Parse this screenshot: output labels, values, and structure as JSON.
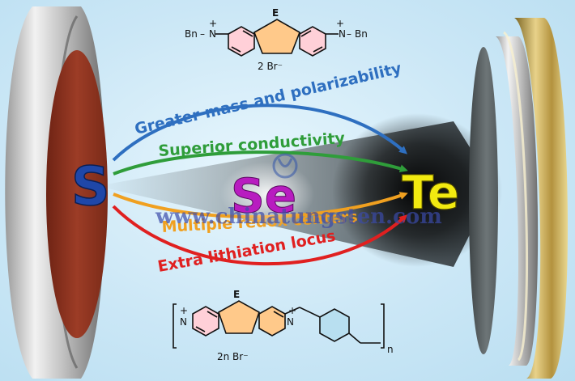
{
  "top_molecule": {
    "heteroatom": "E",
    "left_substituent": "Bn",
    "right_substituent": "Bn",
    "left_n": "N",
    "right_n": "N",
    "charge": "+",
    "counterion": "2 Br⁻"
  },
  "bottom_polymer": {
    "heteroatom": "E",
    "n": "N",
    "charge": "+",
    "counterion": "2n Br⁻",
    "repeat": "n"
  },
  "elements": {
    "left": "S",
    "middle": "Se",
    "right": "Te"
  },
  "arrows": [
    {
      "label": "Greater mass and polarizability",
      "color": "#2e6fc0"
    },
    {
      "label": "Superior conductivity",
      "color": "#2f9d3a"
    },
    {
      "label": "Multiple redox centers",
      "color": "#f0a020"
    },
    {
      "label": "Extra lithiation locus",
      "color": "#e02020"
    }
  ],
  "watermark": "www.chinatungsten.com",
  "colors": {
    "s_blue": "#1f47a8",
    "se_magenta": "#b81cc0",
    "te_yellow": "#f2ea10",
    "electrode_left": "#8e3422",
    "electrode_right": "#5a6366",
    "gold": "#c9ad5a"
  }
}
